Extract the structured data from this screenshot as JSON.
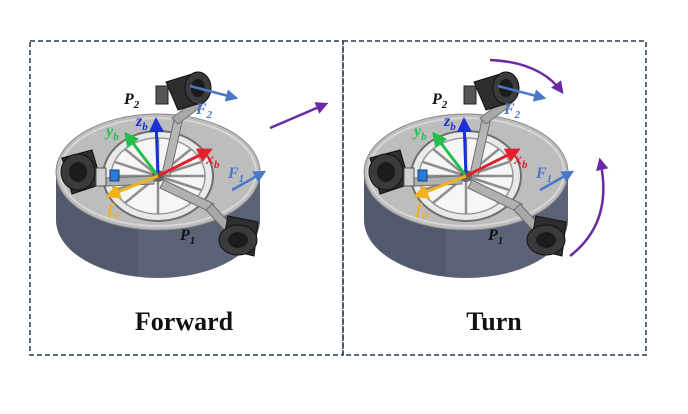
{
  "panels": [
    {
      "caption": "Forward",
      "labels": {
        "p2": "P",
        "p2_sub": "2",
        "p1": "P",
        "p1_sub": "1",
        "f2": "F",
        "f2_sub": "2",
        "f1": "F",
        "f1_sub": "1",
        "zb": "z",
        "zb_sub": "b",
        "yb": "y",
        "yb_sub": "b",
        "xb": "x",
        "xb_sub": "b",
        "fw": "f",
        "fw_sub": "w"
      }
    },
    {
      "caption": "Turn",
      "labels": {
        "p2": "P",
        "p2_sub": "2",
        "p1": "P",
        "p1_sub": "1",
        "f2": "F",
        "f2_sub": "2",
        "f1": "F",
        "f1_sub": "1",
        "zb": "z",
        "zb_sub": "b",
        "yb": "y",
        "yb_sub": "b",
        "xb": "x",
        "xb_sub": "b",
        "fw": "f",
        "fw_sub": "w"
      }
    }
  ],
  "colors": {
    "x_axis": "#e0202a",
    "y_axis": "#22c04a",
    "z_axis": "#1a2fd6",
    "force": "#4a78c8",
    "friction": "#f2b21b",
    "motion": "#6a2aa6",
    "disc_top": "#bdbdbd",
    "disc_side": "#5c6275"
  }
}
